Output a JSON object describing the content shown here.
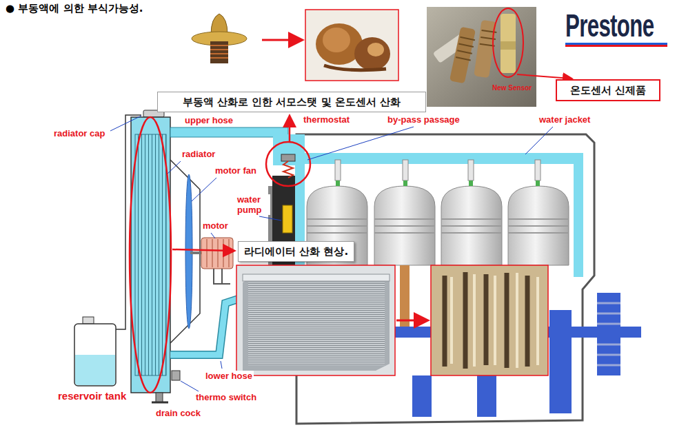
{
  "diagram": {
    "title": "● 부동액에 의한 부식가능성.",
    "nodes": [
      {
        "text": [
          "부동액 산화로 인한 서모스탯 및 온도센서 산화"
        ]
      },
      {
        "text": [
          "온도센서 신제품"
        ]
      },
      {
        "text": [
          "라디에이터 산화 현상."
        ]
      }
    ],
    "labels": [
      "Prestone",
      "New Sensor",
      "radiator cap",
      "upper hose",
      "thermostat",
      "by-pass passage",
      "water jacket",
      "radiator",
      "motor fan",
      "water pump",
      "motor",
      "lower hose",
      "reservoir tank",
      "thermo switch",
      "drain cock"
    ]
  }
}
